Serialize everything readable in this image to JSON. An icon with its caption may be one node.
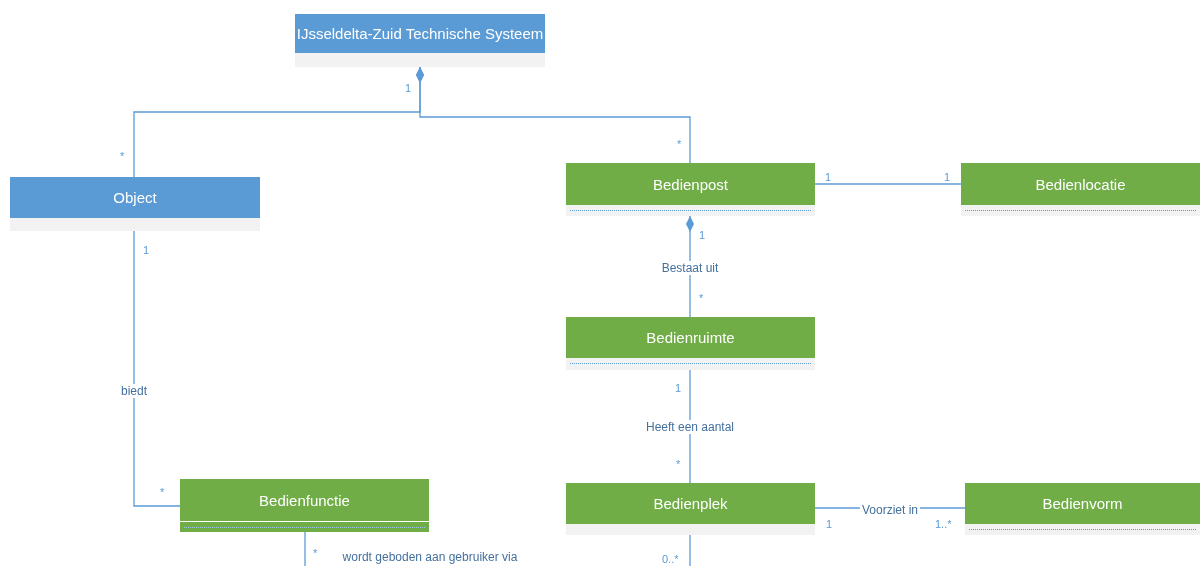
{
  "diagram": {
    "nodes": [
      {
        "text": [
          "IJsseldelta-Zuid Technische Systeem"
        ]
      },
      {
        "text": [
          "Object"
        ]
      },
      {
        "text": [
          "Bedienpost"
        ]
      },
      {
        "text": [
          "Bedienlocatie"
        ]
      },
      {
        "text": [
          "Bedienruimte"
        ]
      },
      {
        "text": [
          "Bedienfunctie"
        ]
      },
      {
        "text": [
          "Bedienplek"
        ]
      },
      {
        "text": [
          "Bedienvorm"
        ]
      }
    ],
    "edges": [
      {
        "from": 0,
        "to": 1,
        "arrow": "other"
      },
      {
        "from": 0,
        "to": 2,
        "arrow": "other"
      },
      {
        "from": 2,
        "to": 3,
        "arrow": "none"
      },
      {
        "from": 2,
        "to": 4,
        "arrow": "other",
        "label": "Bestaat uit"
      },
      {
        "from": 1,
        "to": 5,
        "arrow": "none",
        "label": "biedt"
      },
      {
        "from": 4,
        "to": 6,
        "arrow": "none",
        "label": "Heeft een aantal"
      },
      {
        "from": 6,
        "to": 7,
        "arrow": "none",
        "label": "Voorziet in"
      },
      {
        "from": 5,
        "to": null,
        "arrow": "none",
        "label": "wordt geboden aan gebruiker via"
      },
      {
        "from": 6,
        "to": null,
        "arrow": "none"
      }
    ],
    "labels": [
      "1",
      "*",
      "*",
      "1",
      "1",
      "1",
      "1",
      "*",
      "1",
      "*",
      "*",
      "1",
      "1..*",
      "*",
      "0..*"
    ]
  }
}
